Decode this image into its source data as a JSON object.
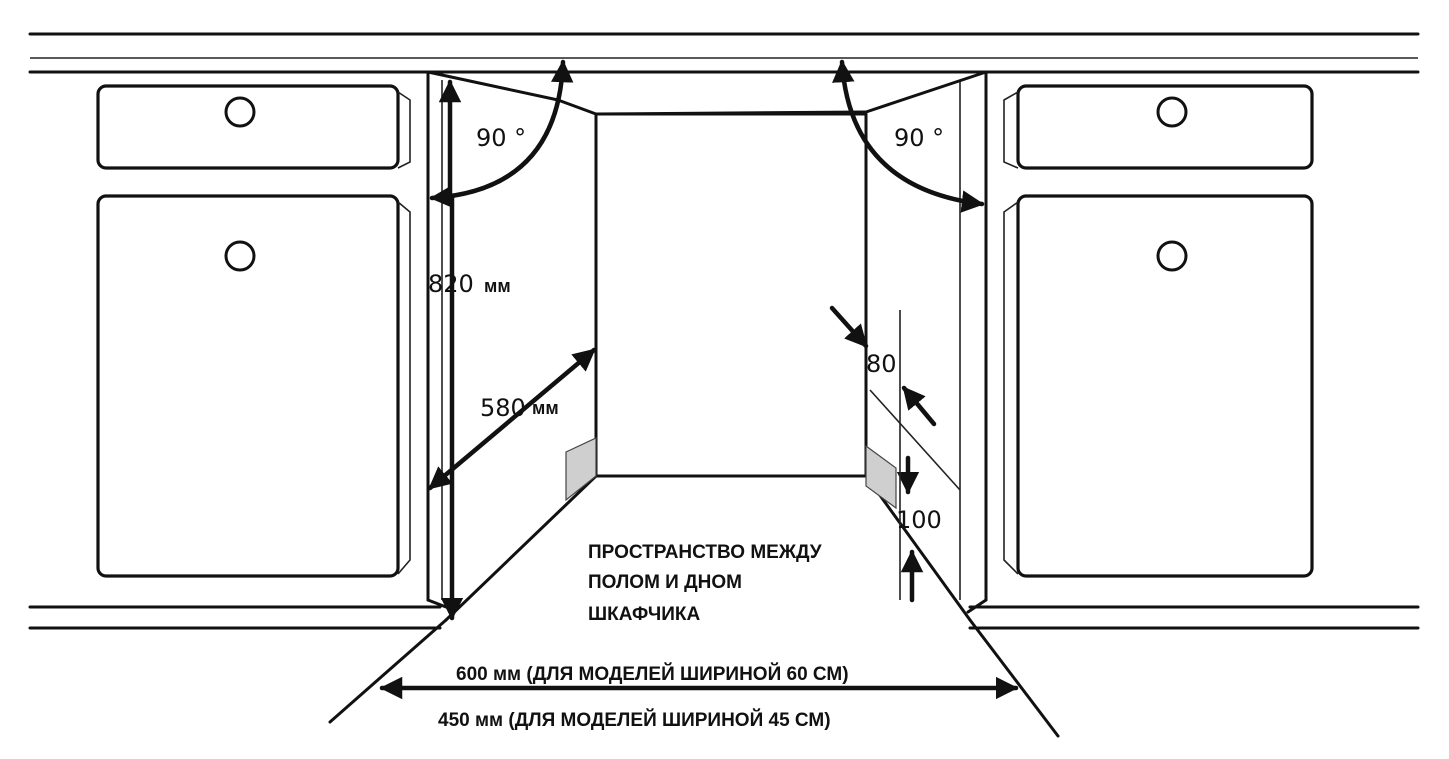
{
  "dimensions": {
    "angle_left": "90 °",
    "angle_right": "90 °",
    "height_value": "820",
    "height_unit": "мм",
    "depth_value": "580",
    "depth_unit": "мм",
    "kick_top": "80",
    "kick_height": "100"
  },
  "captions": {
    "gap_line1": "ПРОСТРАНСТВО МЕЖДУ",
    "gap_line2": "ПОЛОМ И ДНОМ",
    "gap_line3": "ШКАФЧИКА",
    "width_60": "600 мм (ДЛЯ МОДЕЛЕЙ ШИРИНОЙ 60 СМ)",
    "width_45": "450 мм (ДЛЯ МОДЕЛЕЙ ШИРИНОЙ 45 СМ)"
  },
  "colors": {
    "line": "#111111",
    "shade": "#cfcfcf",
    "background": "#ffffff"
  }
}
